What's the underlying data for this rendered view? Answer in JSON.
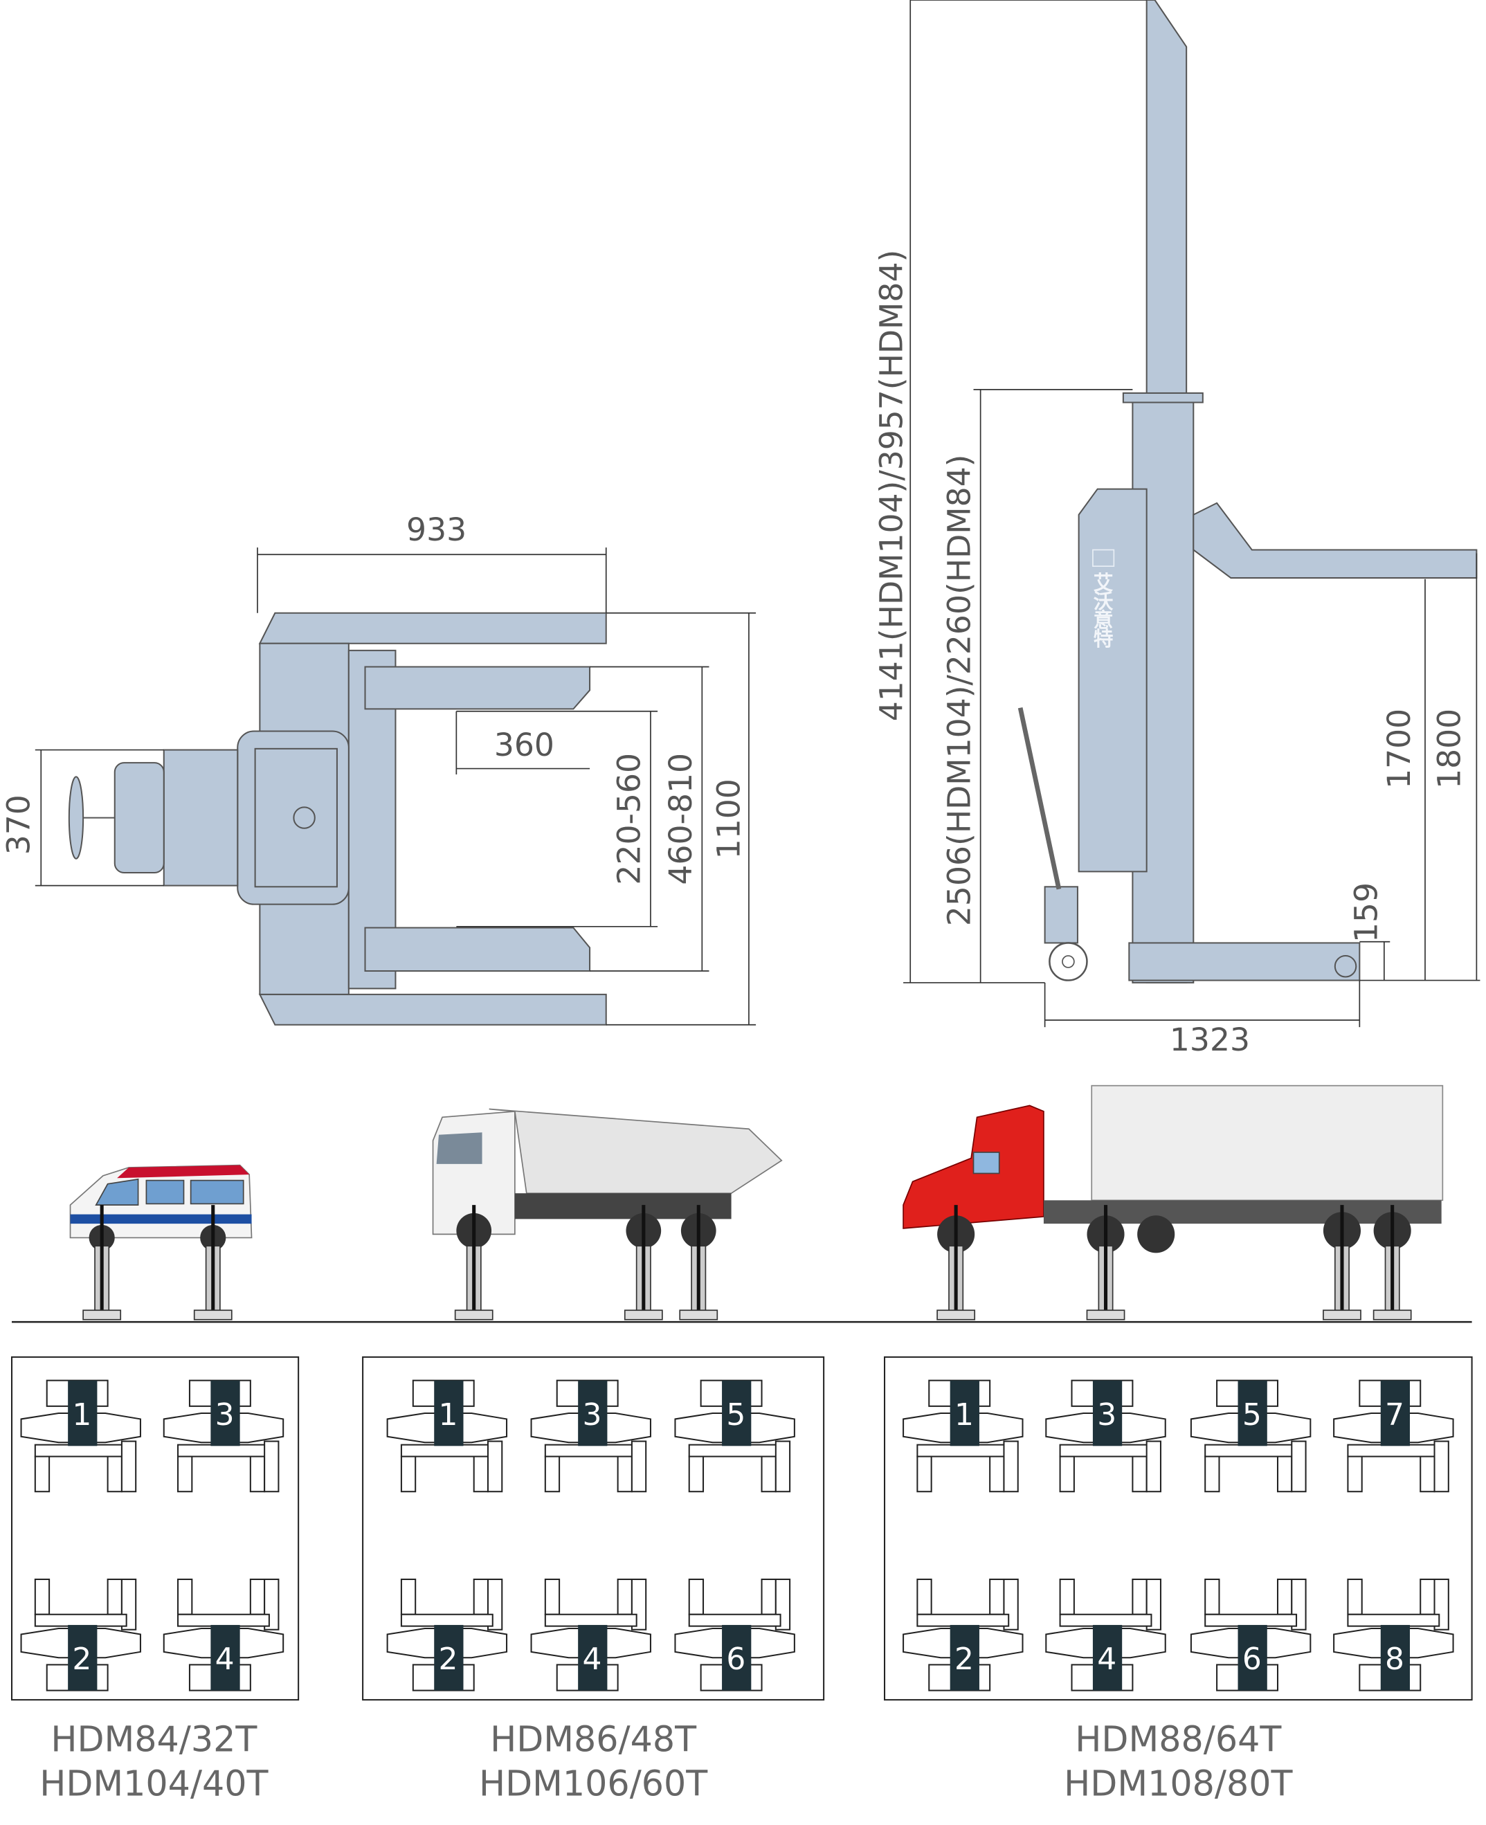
{
  "top_view": {
    "dimensions": {
      "overall_width": "933",
      "fork_length": "360",
      "fork_inner": "220-560",
      "fork_outer": "460-810",
      "overall_length": "1100",
      "handle_width": "370"
    }
  },
  "side_view": {
    "dimensions": {
      "max_height": "4141(HDM104)/3957(HDM84)",
      "column_height": "2506(HDM104)/2260(HDM84)",
      "lift_1700": "1700",
      "lift_1800": "1800",
      "min_height": "159",
      "base_length": "1323"
    },
    "logo_text": "艾沃意特"
  },
  "vehicles": [
    "van",
    "dump-truck",
    "semi-truck"
  ],
  "configurations": [
    {
      "top_numbers": [
        "1",
        "3"
      ],
      "bottom_numbers": [
        "2",
        "4"
      ],
      "models": [
        "HDM84/32T",
        "HDM104/40T"
      ]
    },
    {
      "top_numbers": [
        "1",
        "3",
        "5"
      ],
      "bottom_numbers": [
        "2",
        "4",
        "6"
      ],
      "models": [
        "HDM86/48T",
        "HDM106/60T"
      ]
    },
    {
      "top_numbers": [
        "1",
        "3",
        "5",
        "7"
      ],
      "bottom_numbers": [
        "2",
        "4",
        "6",
        "8"
      ],
      "models": [
        "HDM88/64T",
        "HDM108/80T"
      ]
    }
  ],
  "colors": {
    "lift_body": "#b9c8d9",
    "number_block": "#1f323a",
    "van_red": "#c8102e",
    "van_blue": "#1d4fa3",
    "truck_red": "#e0201c"
  }
}
